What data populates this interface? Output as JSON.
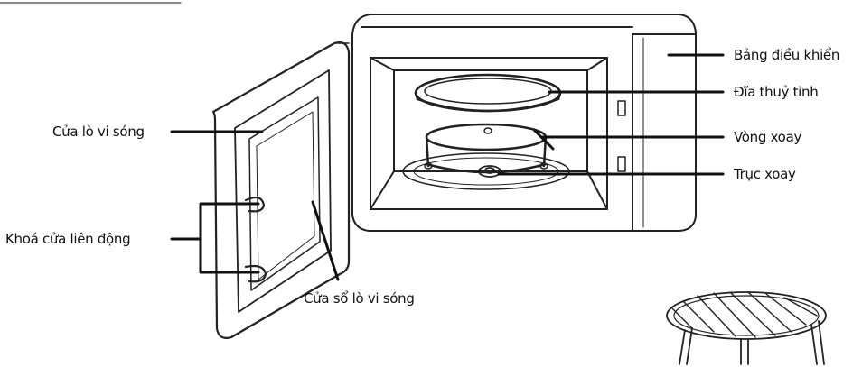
{
  "diagram": {
    "header_fragment": "",
    "labels": {
      "control_panel": "Bảng điều khiển",
      "glass_tray": "Đĩa thuỷ tinh",
      "roller_ring": "Vòng xoay",
      "coupler": "Trục xoay",
      "door": "Cửa lò vi sóng",
      "door_interlock": "Khoá cửa liên động",
      "door_window": "Cửa sổ lò vi sóng"
    }
  }
}
